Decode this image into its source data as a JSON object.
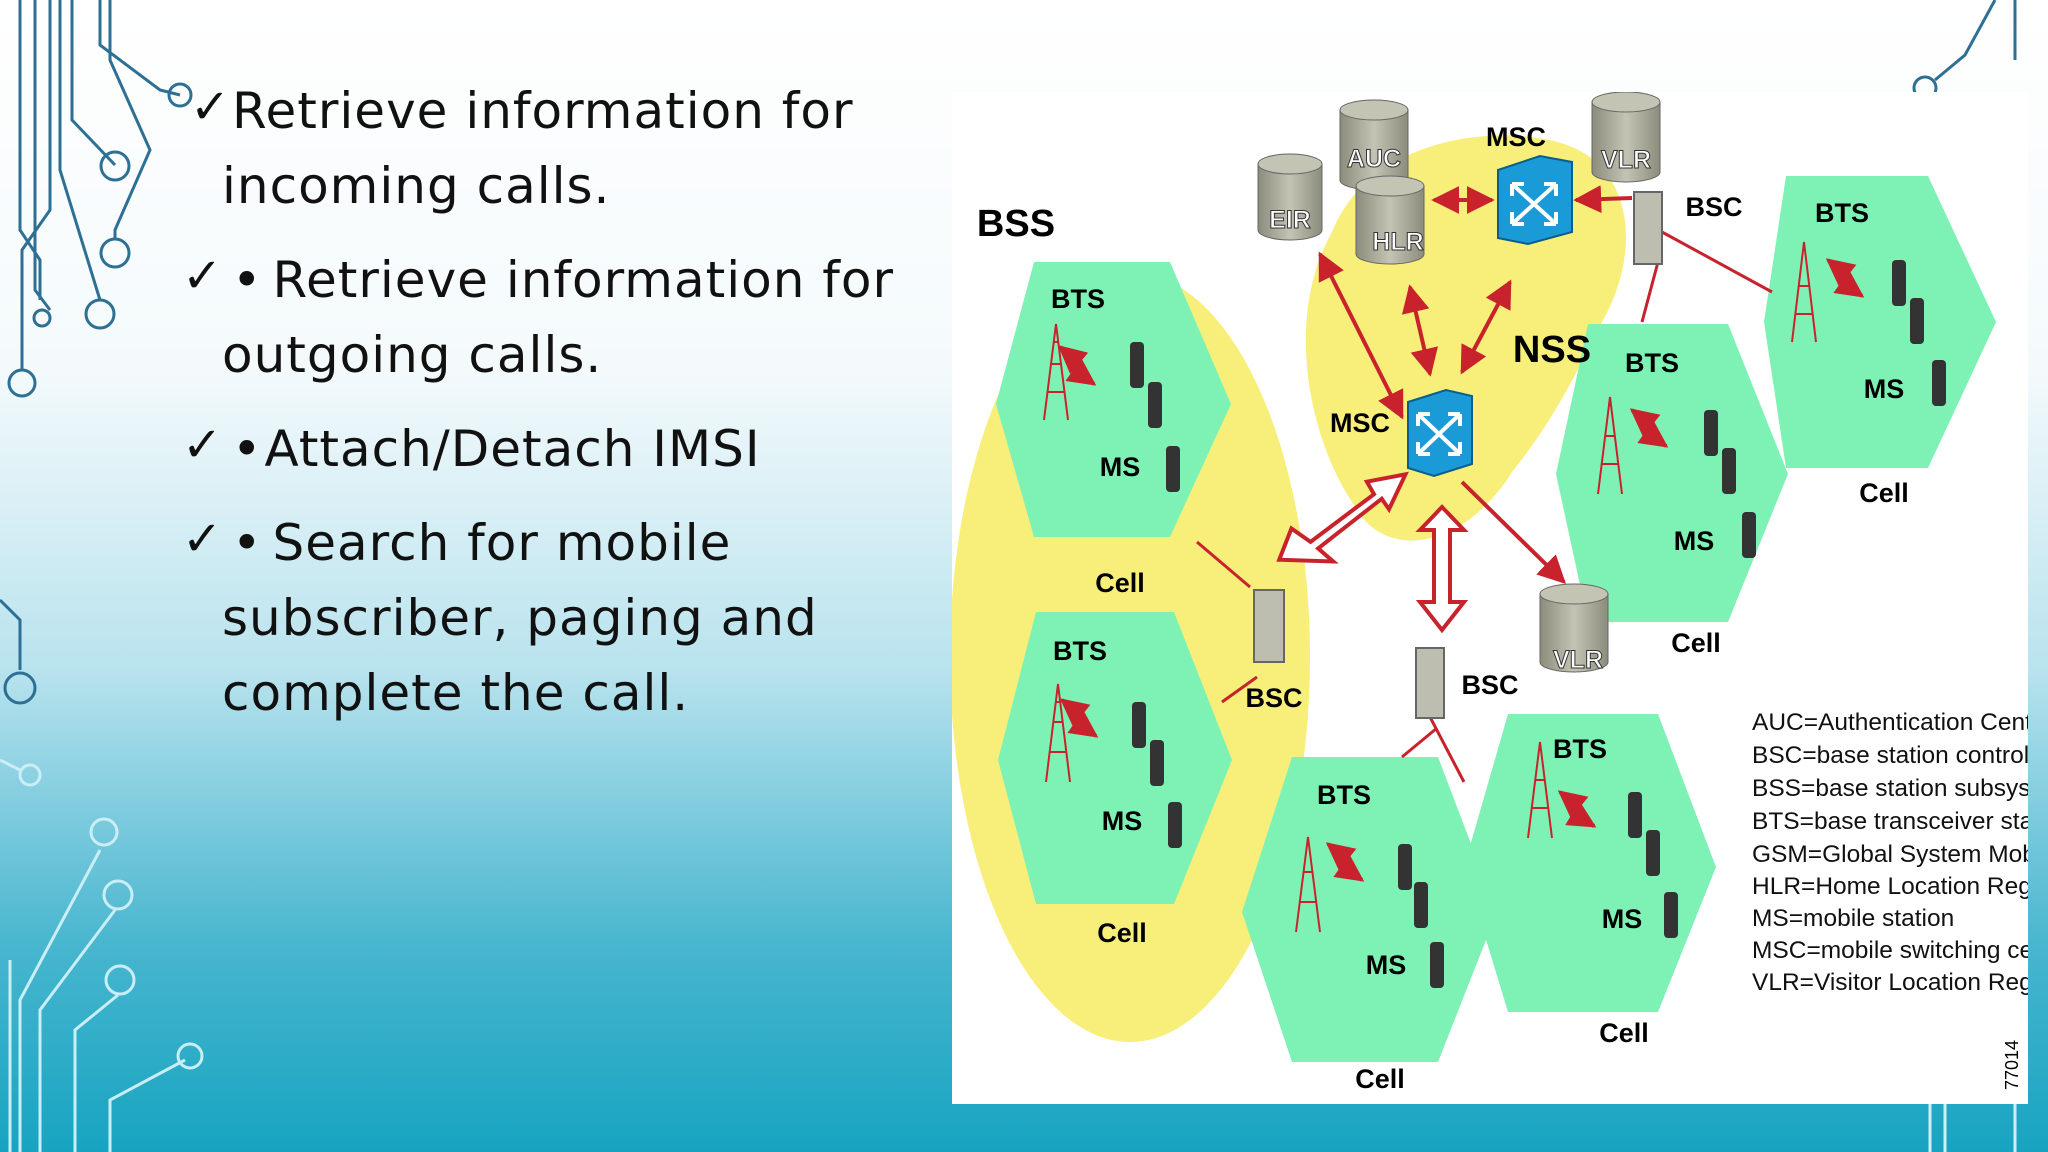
{
  "bullets": [
    {
      "mark": "✓",
      "dot": "",
      "line1": "Retrieve information for",
      "line2": "incoming calls."
    },
    {
      "mark": "✓",
      "dot": "•",
      "line1": "Retrieve information for",
      "line2": "outgoing calls."
    },
    {
      "mark": "✓",
      "dot": "•",
      "line1": "Attach/Detach IMSI",
      "line2": ""
    },
    {
      "mark": "✓",
      "dot": "•",
      "line1": "Search for mobile",
      "line2": "subscriber, paging and",
      "line3": "complete the call."
    }
  ],
  "diagram": {
    "labels": {
      "bss": "BSS",
      "nss": "NSS",
      "msc_top": "MSC",
      "msc_center": "MSC",
      "bsc": "BSC",
      "bts": "BTS",
      "ms": "MS",
      "cell": "Cell",
      "auc": "AUC",
      "vlr": "VLR",
      "eir": "EIR",
      "hlr": "HLR"
    },
    "legend": [
      "AUC=Authentication Center",
      "BSC=base station controller",
      "BSS=base station subsystem",
      "BTS=base transceiver station",
      "GSM=Global System Mobile",
      "HLR=Home Location Register",
      "MS=mobile station",
      "MSC=mobile switching center",
      "VLR=Visitor Location Register"
    ],
    "figure_id": "77014"
  },
  "colors": {
    "cell_fill": "#7ef2b5",
    "bss_fill": "#f7ef7a",
    "arrow": "#c8232c",
    "switch": "#1a9ad6",
    "database": "#b4b4a4"
  }
}
